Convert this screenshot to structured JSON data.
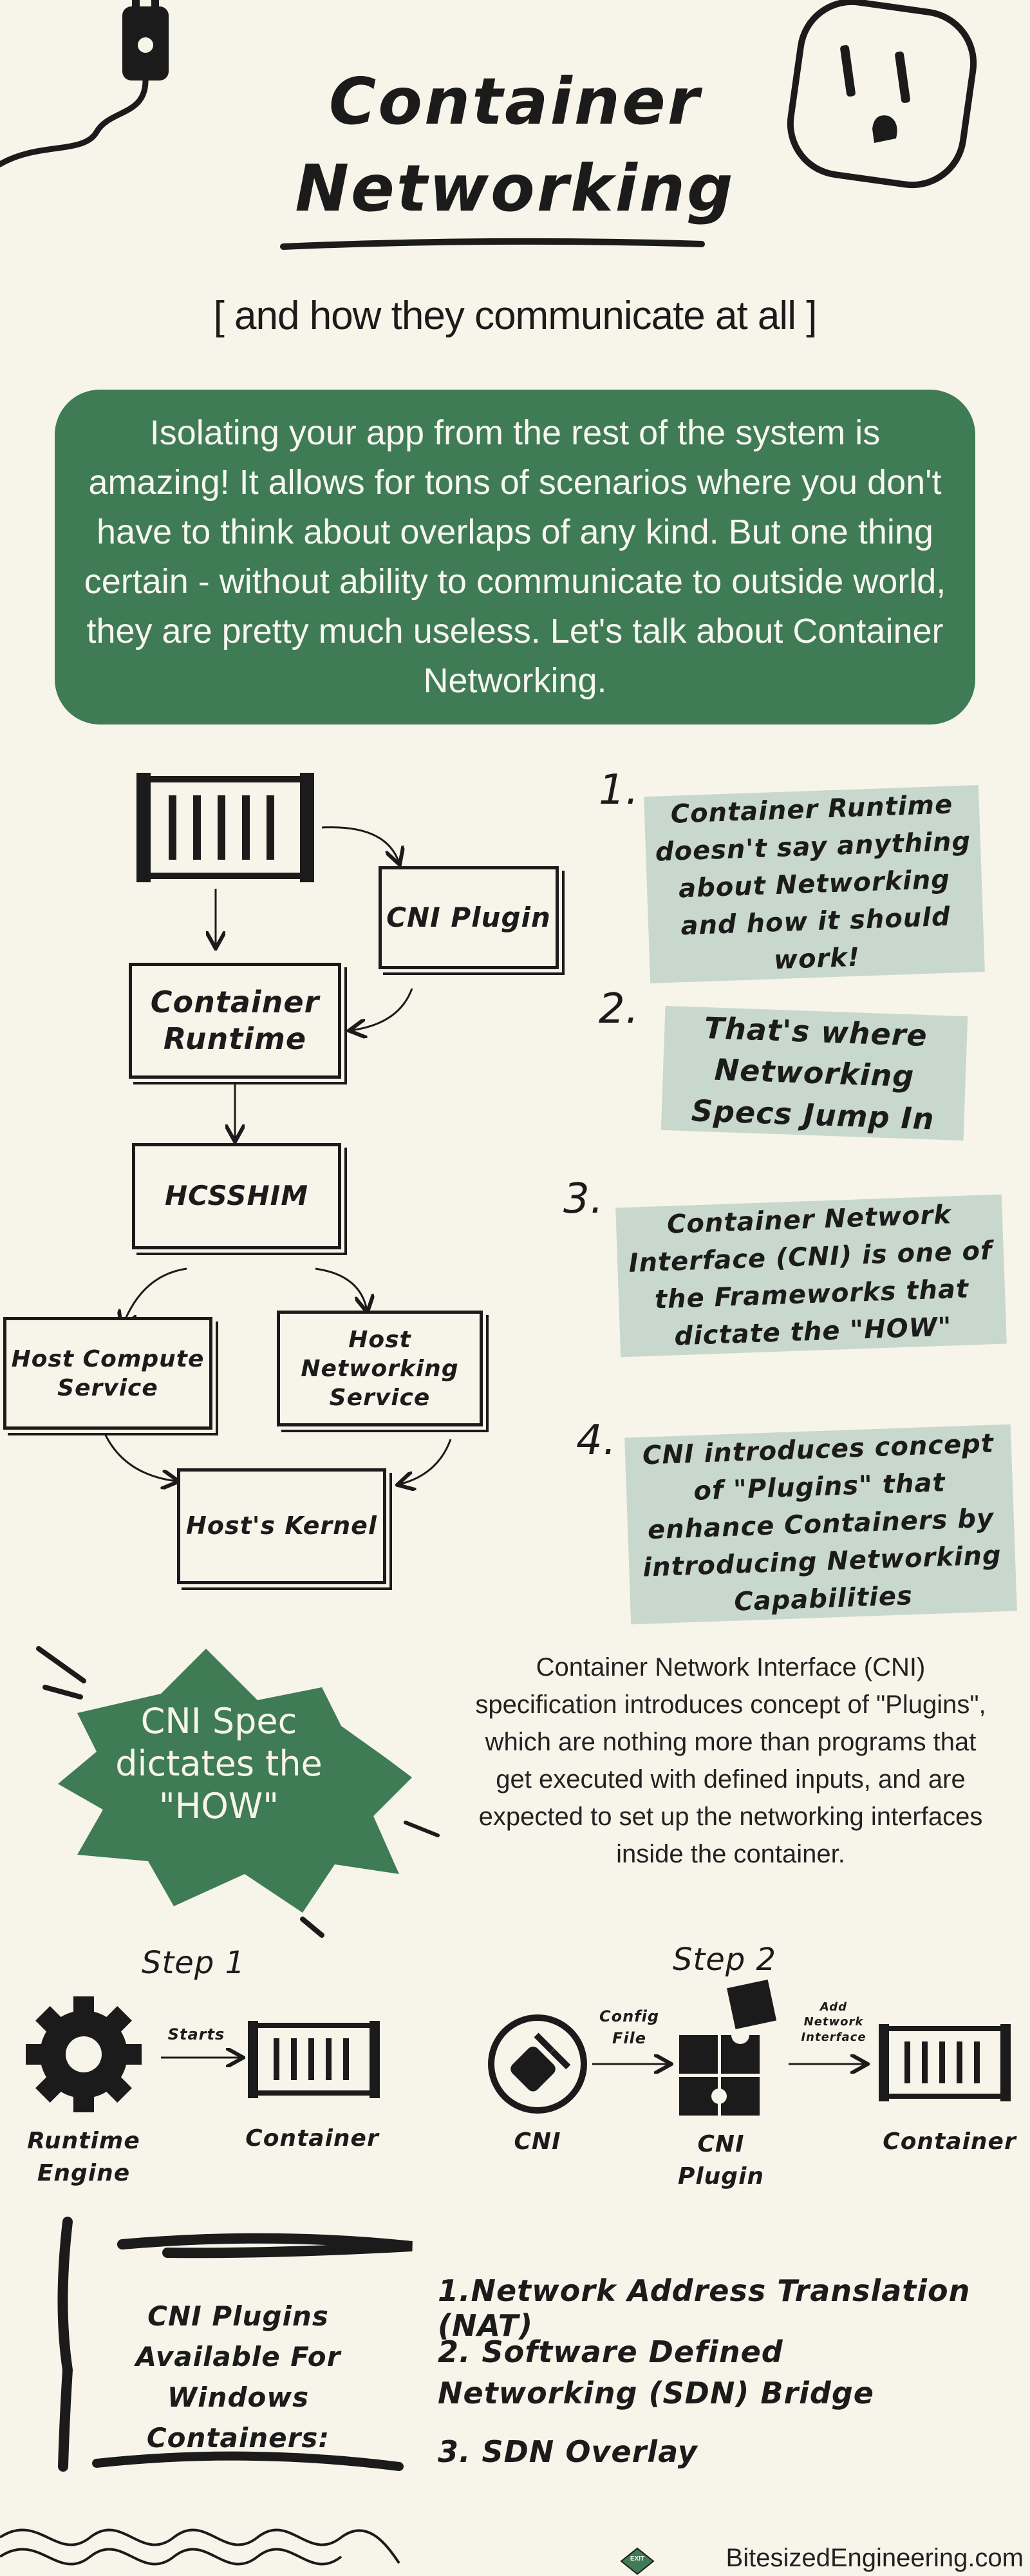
{
  "header": {
    "title_line1": "Container",
    "title_line2": "Networking",
    "subtitle": "[ and how they communicate at all ]"
  },
  "intro": {
    "text": "Isolating your app from the rest of the system is amazing! It allows for tons of scenarios where you don't have to think about overlaps of any kind. But one thing certain - without ability to communicate to outside world, they are pretty much useless. Let's talk about Container Networking."
  },
  "diagram": {
    "cni_plugin": "CNI Plugin",
    "container_runtime": "Container Runtime",
    "hcsshim": "HCSSHIM",
    "host_compute": "Host Compute Service",
    "host_networking": "Host Networking Service",
    "hosts_kernel": "Host's Kernel"
  },
  "steps": [
    {
      "num": "1.",
      "text": "Container Runtime doesn't say anything about Networking and how it should work!"
    },
    {
      "num": "2.",
      "text": "That's where Networking Specs Jump In"
    },
    {
      "num": "3.",
      "text": "Container Network Interface (CNI) is one of the Frameworks that dictate the \"HOW\""
    },
    {
      "num": "4.",
      "text": "CNI introduces concept of \"Plugins\" that enhance Containers by introducing Networking Capabilities"
    }
  ],
  "burst": {
    "text": "CNI Spec dictates the \"HOW\""
  },
  "cni_paragraph": "Container Network Interface (CNI) specification introduces concept of \"Plugins\", which are nothing more than programs that get executed with defined inputs, and are expected to set up the networking interfaces inside the container.",
  "flow": {
    "step1_title": "Step 1",
    "step2_title": "Step 2",
    "runtime_engine": "Runtime Engine",
    "starts": "Starts",
    "container": "Container",
    "cni": "CNI",
    "config_file": "Config File",
    "cni_plugin": "CNI Plugin",
    "add_network_interface": "Add Network Interface"
  },
  "plugins": {
    "heading": "CNI Plugins Available For Windows Containers:",
    "items": [
      "1.Network Address Translation (NAT)",
      "2. Software Defined Networking (SDN)  Bridge",
      "3. SDN Overlay"
    ]
  },
  "footer": {
    "exit": "EXIT",
    "brand": "BitesizedEngineering.com"
  },
  "colors": {
    "background": "#f7f5ea",
    "accent_green": "#3f7b55",
    "highlight": "#c9d8cd",
    "ink": "#1b1b1b"
  }
}
